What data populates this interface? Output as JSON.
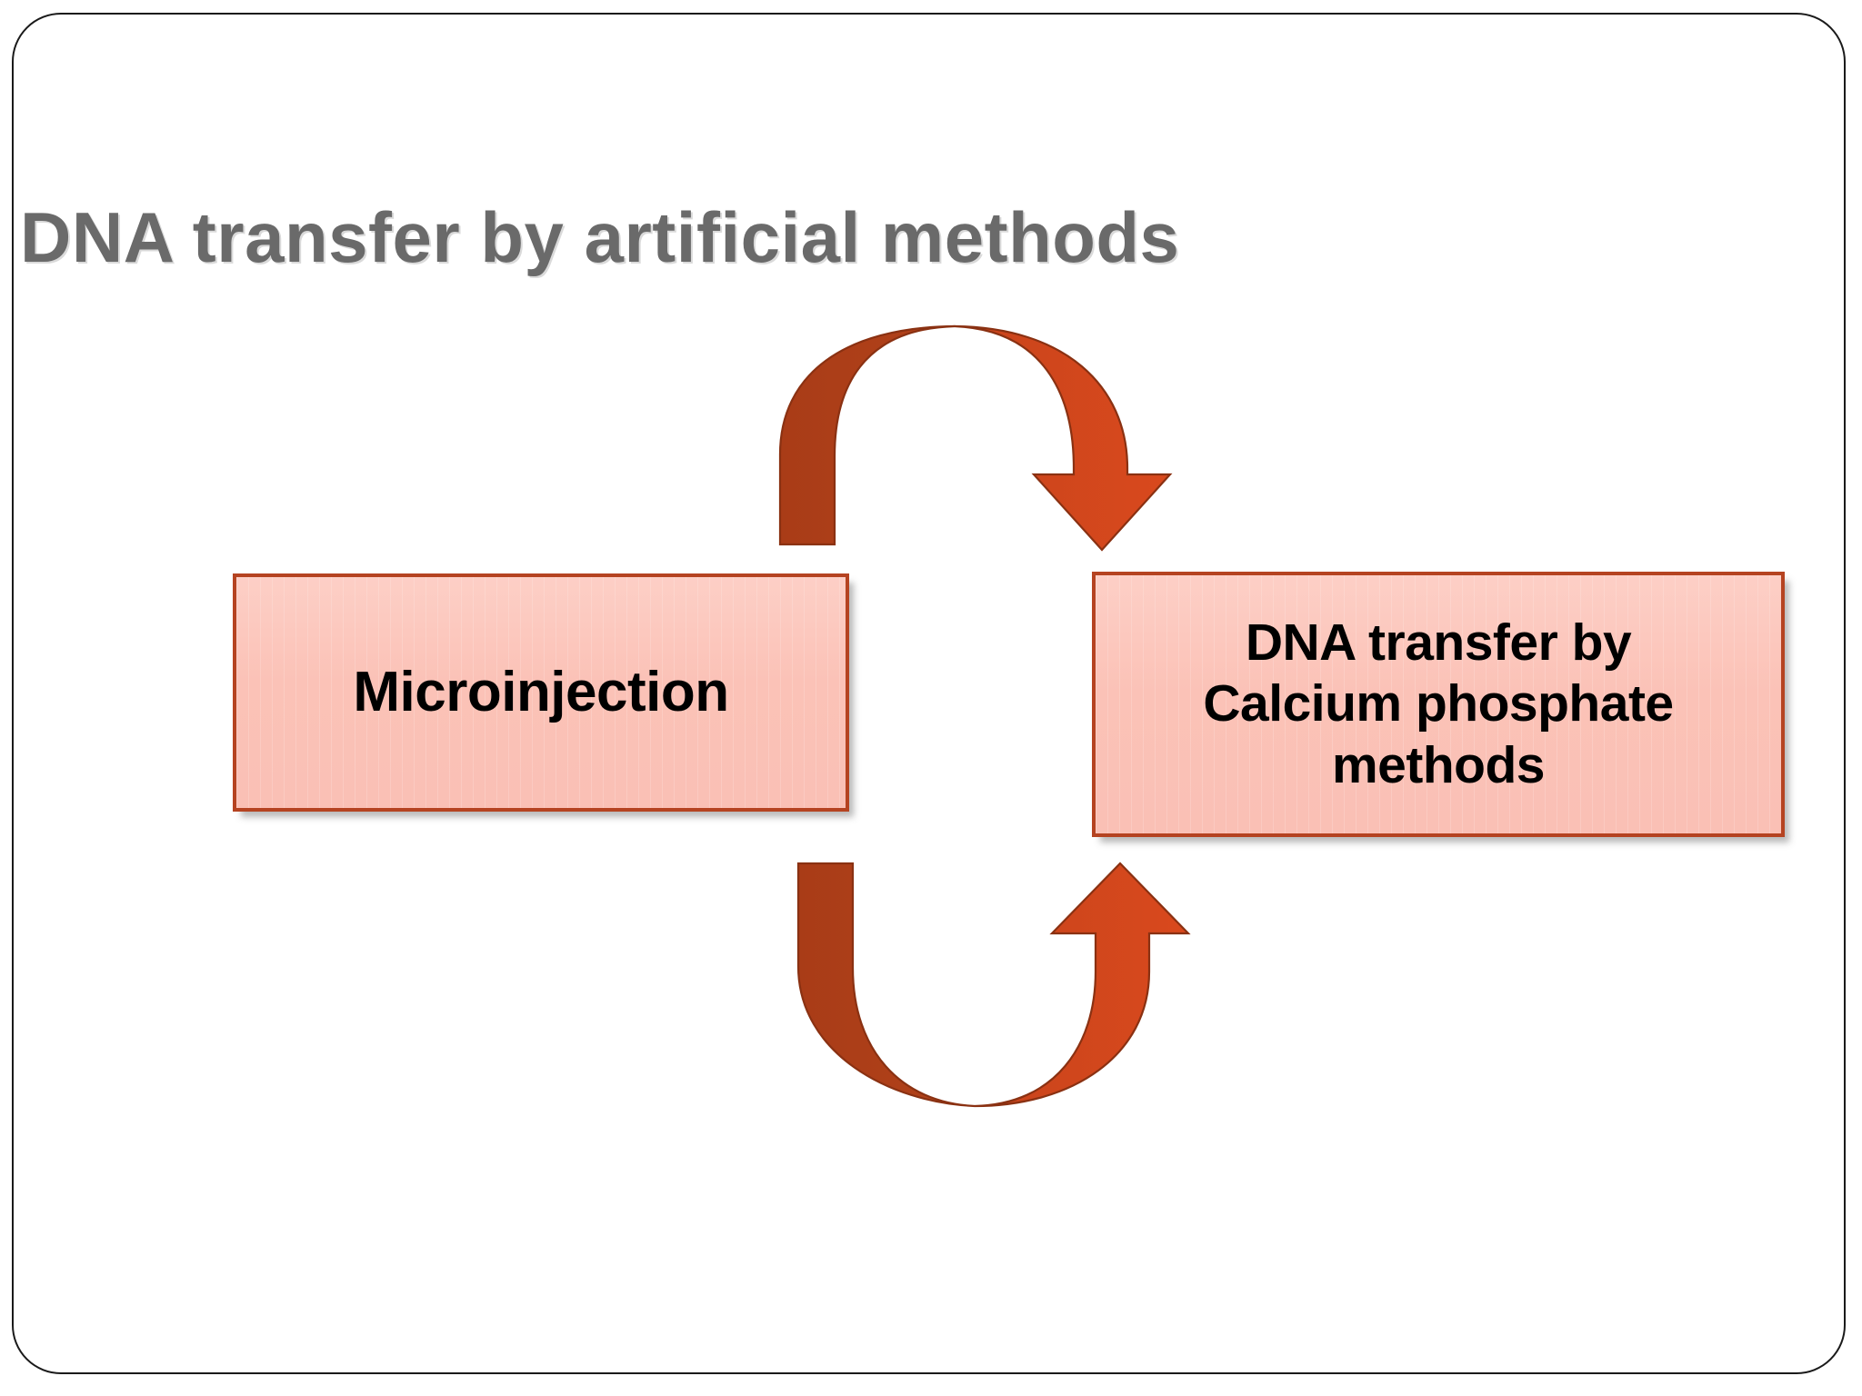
{
  "slide": {
    "title": "DNA transfer by artificial methods",
    "background_color": "#ffffff",
    "border_color": "#1a1a1a",
    "title_color": "#6a6a6a"
  },
  "diagram": {
    "type": "cycle",
    "box_fill_color": "#FBC2B7",
    "box_border_color": "#B54321",
    "box_text_color": "#000000",
    "arrow_color_light": "#D4461B",
    "arrow_color_dark": "#A93C17",
    "arrow_outline_color": "#8A3112",
    "boxes": [
      {
        "id": "microinjection",
        "label": "Microinjection",
        "lines": [
          "Microinjection"
        ]
      },
      {
        "id": "calcium-phosphate",
        "label": "DNA transfer by Calcium phosphate methods",
        "lines": [
          "DNA transfer by",
          "Calcium phosphate",
          "methods"
        ]
      }
    ],
    "arrows": [
      {
        "id": "top-arrow",
        "name": "curved-arrow-right",
        "direction": "left-to-right",
        "points_to": "calcium-phosphate"
      },
      {
        "id": "bottom-arrow",
        "name": "curved-arrow-up",
        "direction": "left-to-right",
        "points_to": "calcium-phosphate"
      }
    ]
  }
}
